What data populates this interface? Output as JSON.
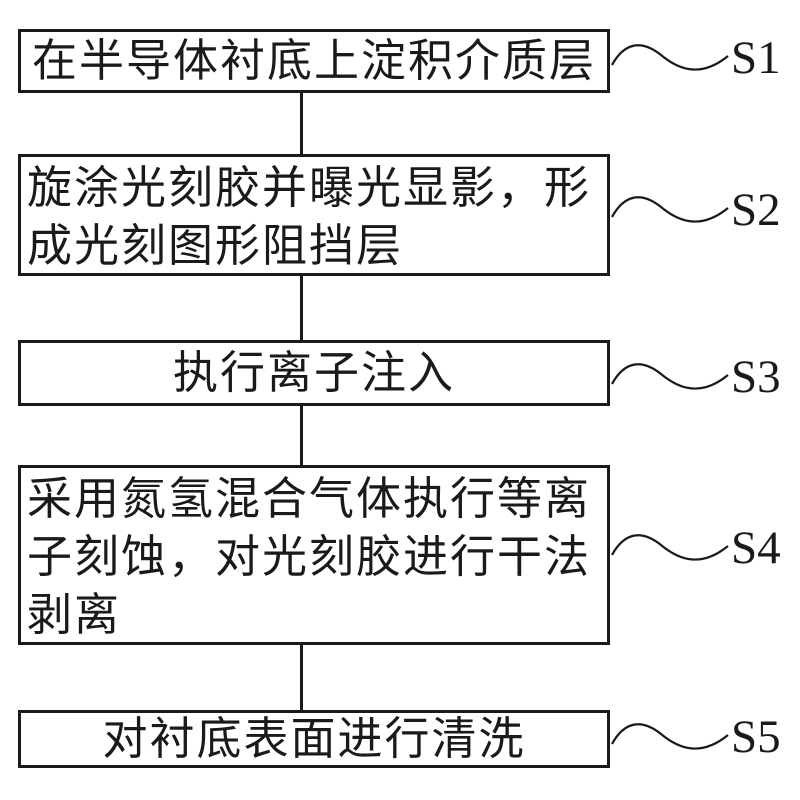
{
  "figure": {
    "type": "flowchart",
    "orientation": "vertical",
    "colors": {
      "background": "#ffffff",
      "line": "#1a1a1a",
      "text": "#1a1a1a",
      "box_fill": "#ffffff"
    }
  },
  "steps": [
    {
      "label": "S1",
      "text": "在半导体衬底上淀积介质层"
    },
    {
      "label": "S2",
      "text": "旋涂光刻胶并曝光显影，形成光刻图形阻挡层"
    },
    {
      "label": "S3",
      "text": "执行离子注入"
    },
    {
      "label": "S4",
      "text": "采用氮氢混合气体执行等离子刻蚀，对光刻胶进行干法剥离"
    },
    {
      "label": "S5",
      "text": "对衬底表面进行清洗"
    }
  ]
}
